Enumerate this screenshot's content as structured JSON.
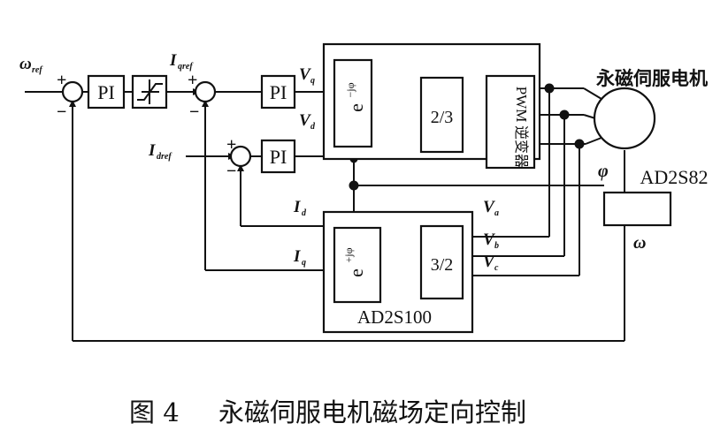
{
  "labels": {
    "omega_ref_main": "ω",
    "omega_ref_sub": "ref",
    "iq_ref_main": "I",
    "iq_ref_sub": "qref",
    "id_ref_main": "I",
    "id_ref_sub": "dref",
    "vq_main": "V",
    "vq_sub": "q",
    "vd_main": "V",
    "vd_sub": "d",
    "id_main": "I",
    "id_sub": "d",
    "iq_main": "I",
    "iq_sub": "q",
    "va_main": "V",
    "va_sub": "a",
    "vb_main": "V",
    "vb_sub": "b",
    "vc_main": "V",
    "vc_sub": "c",
    "phi": "φ",
    "omega": "ω"
  },
  "signs": {
    "plus": "+",
    "minus": "−"
  },
  "blocks": {
    "pi": "PI",
    "rot_fwd": "e",
    "rot_fwd_exp": "−jφ",
    "rot_inv": "e",
    "rot_inv_exp": "+jφ",
    "rot_inv_plus": "+",
    "conv_23": "2/3",
    "conv_32": "3/2",
    "pwm": "PWM",
    "inverter": "逆变器",
    "motor": "永磁伺服电机",
    "resolver": "AD2S82",
    "ad2s100": "AD2S100"
  },
  "caption": {
    "number": "图 4",
    "title": "永磁伺服电机磁场定向控制"
  }
}
